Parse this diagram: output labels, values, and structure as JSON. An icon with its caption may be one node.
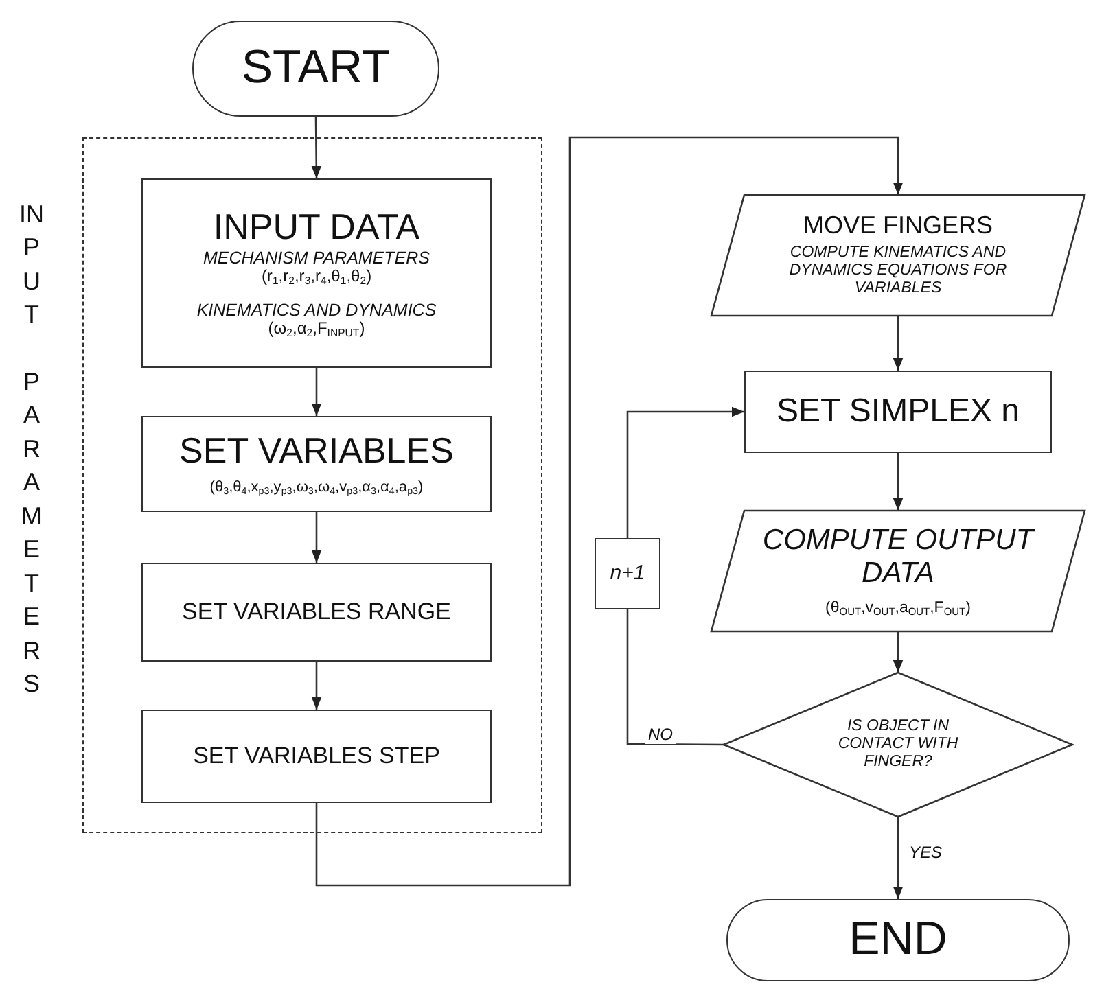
{
  "diagram": {
    "nodes": [
      {
        "text": [
          "START"
        ]
      },
      {
        "text": [
          "INPUT PARAMETERS"
        ]
      },
      {
        "text": [
          "INPUT DATA",
          "MECHANISM PARAMETERS",
          "(r$_{1}$,r$_{2}$,r$_{3}$,r$_{4}$,θ$_{1}$,θ$_{2}$)",
          "KINEMATICS AND DYNAMICS",
          "(ω$_{2}$,α$_{2}$,F$_{INPUT}$)"
        ],
        "in": 1
      },
      {
        "text": [
          "SET VARIABLES",
          "(θ$_{3}$,θ$_{4}$,x$_{p3}$,y$_{p3}$,ω$_{3}$,ω$_{4}$,v$_{p3}$,α$_{3}$,α$_{4}$,a$_{p3}$)"
        ],
        "in": 1
      },
      {
        "text": [
          "SET VARIABLES RANGE"
        ],
        "in": 1
      },
      {
        "text": [
          "SET VARIABLES STEP"
        ],
        "in": 1
      },
      {
        "text": [
          "MOVE FINGERS",
          "COMPUTE KINEMATICS AND DYNAMICS EQUATIONS FOR VARIABLES"
        ]
      },
      {
        "text": [
          "SET SIMPLEX n"
        ]
      },
      {
        "text": [
          "COMPUTE OUTPUT DATA",
          "(θ$_{OUT}$,v$_{OUT}$,a$_{OUT}$,F$_{OUT}$)"
        ]
      },
      {
        "text": [
          "IS OBJECT IN CONTACT WITH FINGER?"
        ]
      },
      {
        "text": [
          "n+1"
        ]
      },
      {
        "text": [
          "END"
        ]
      }
    ],
    "edges": [
      {
        "from": 0,
        "to": 2,
        "arrow": "to"
      },
      {
        "from": 2,
        "to": 3,
        "arrow": "to"
      },
      {
        "from": 3,
        "to": 4,
        "arrow": "to"
      },
      {
        "from": 4,
        "to": 5,
        "arrow": "to"
      },
      {
        "from": 5,
        "to": 6,
        "arrow": "to"
      },
      {
        "from": 6,
        "to": 7,
        "arrow": "to"
      },
      {
        "from": 7,
        "to": 8,
        "arrow": "to"
      },
      {
        "from": 8,
        "to": 9,
        "arrow": "to"
      },
      {
        "from": 9,
        "to": 10,
        "arrow": "none",
        "label": "NO"
      },
      {
        "from": 10,
        "to": 7,
        "arrow": "to"
      },
      {
        "from": 9,
        "to": 11,
        "arrow": "to",
        "label": "YES"
      }
    ]
  }
}
